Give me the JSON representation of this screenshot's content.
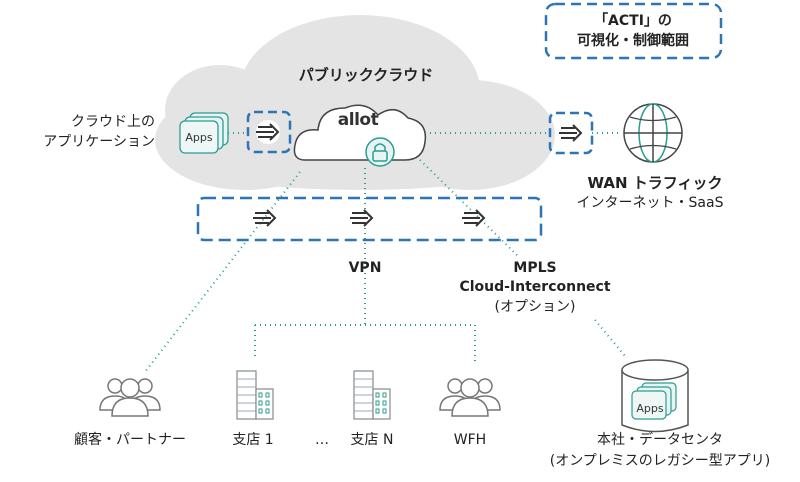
{
  "scope_legend": {
    "line1": "「ACTI」の",
    "line2": "可視化・制御範囲"
  },
  "public_cloud": {
    "title": "パブリッククラウド",
    "logo": "allot"
  },
  "cloud_apps": {
    "line1": "クラウド上の",
    "line2": "アプリケーション",
    "apps_label": "Apps"
  },
  "wan": {
    "title": "WAN トラフィック",
    "subtitle": "インターネット・SaaS"
  },
  "vpn": {
    "label": "VPN"
  },
  "mpls": {
    "line1": "MPLS",
    "line2": "Cloud-Interconnect",
    "line3": "(オプション)"
  },
  "endpoints": [
    {
      "label": "顧客・パートナー",
      "icon": "people-icon"
    },
    {
      "label": "支店 1",
      "icon": "building-icon"
    },
    {
      "label": "…",
      "icon": ""
    },
    {
      "label": "支店 N",
      "icon": "building-icon"
    },
    {
      "label": "WFH",
      "icon": "people-icon"
    }
  ],
  "datacenter": {
    "line1": "本社・データセンタ",
    "line2": "(オンプレミスのレガシー型アプリ)",
    "apps_label": "Apps"
  },
  "colors": {
    "scope_dash": "#2e75b6",
    "link_dots": "#2a9d8f",
    "cloud_fill": "#e4e4e4",
    "logo_accent": "#e8502a"
  }
}
